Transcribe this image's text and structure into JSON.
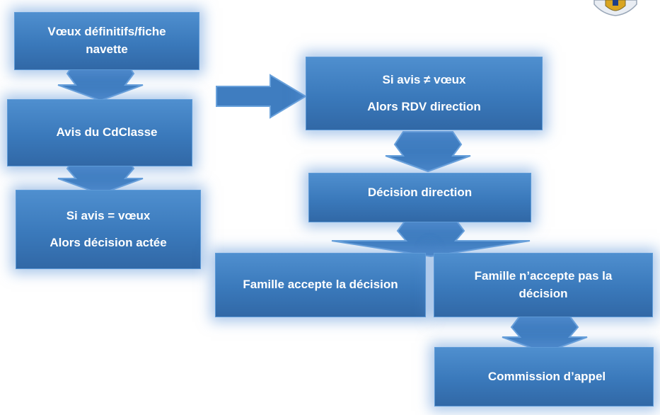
{
  "flow": {
    "box_voeux": [
      "Vœux définitifs/fiche",
      "navette"
    ],
    "box_avis": "Avis du CdClasse",
    "box_acte": [
      "Si avis = vœux",
      "Alors décision actée"
    ],
    "box_rdv": [
      "Si avis ≠ vœux",
      "Alors RDV direction"
    ],
    "box_decision": "Décision direction",
    "box_accepte": "Famille accepte la décision",
    "box_refus": [
      "Famille n’accepte pas la",
      "décision"
    ],
    "box_appel": "Commission d’appel"
  },
  "colors": {
    "box_fill": "#3a79bb",
    "glow": "#5f96d7",
    "text": "#ffffff"
  },
  "logo": {
    "icon": "crest-icon"
  }
}
